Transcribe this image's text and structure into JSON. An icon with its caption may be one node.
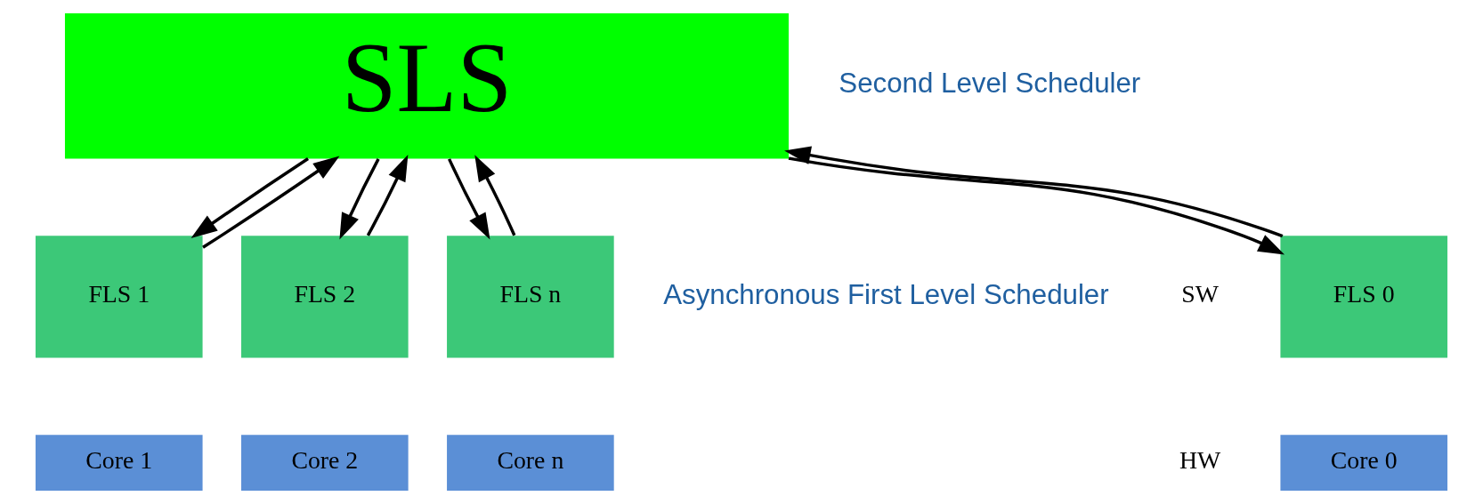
{
  "diagram": {
    "nodes": [
      {
        "text": [
          "SLS"
        ],
        "beside": [
          "Second Level Scheduler"
        ]
      },
      {
        "text": [
          "FLS 0"
        ]
      },
      {
        "text": [
          "FLS 1"
        ]
      },
      {
        "text": [
          "FLS 2"
        ]
      },
      {
        "text": [
          "FLS n"
        ],
        "beside": [
          "Asynchronous First Level Scheduler"
        ]
      },
      {
        "text": [
          "Core 0"
        ]
      },
      {
        "text": [
          "Core 1"
        ]
      },
      {
        "text": [
          "Core 2"
        ]
      },
      {
        "text": [
          "Core n"
        ]
      }
    ],
    "edges": [
      {
        "from": 0,
        "to": 1,
        "arrow": "to"
      },
      {
        "from": 1,
        "to": 0,
        "arrow": "to"
      },
      {
        "from": 0,
        "to": 2,
        "arrow": "to"
      },
      {
        "from": 2,
        "to": 0,
        "arrow": "to"
      },
      {
        "from": 0,
        "to": 3,
        "arrow": "to"
      },
      {
        "from": 3,
        "to": 0,
        "arrow": "to"
      },
      {
        "from": 0,
        "to": 4,
        "arrow": "to"
      },
      {
        "from": 4,
        "to": 0,
        "arrow": "to"
      }
    ],
    "labels": [
      "SW",
      "HW"
    ]
  }
}
